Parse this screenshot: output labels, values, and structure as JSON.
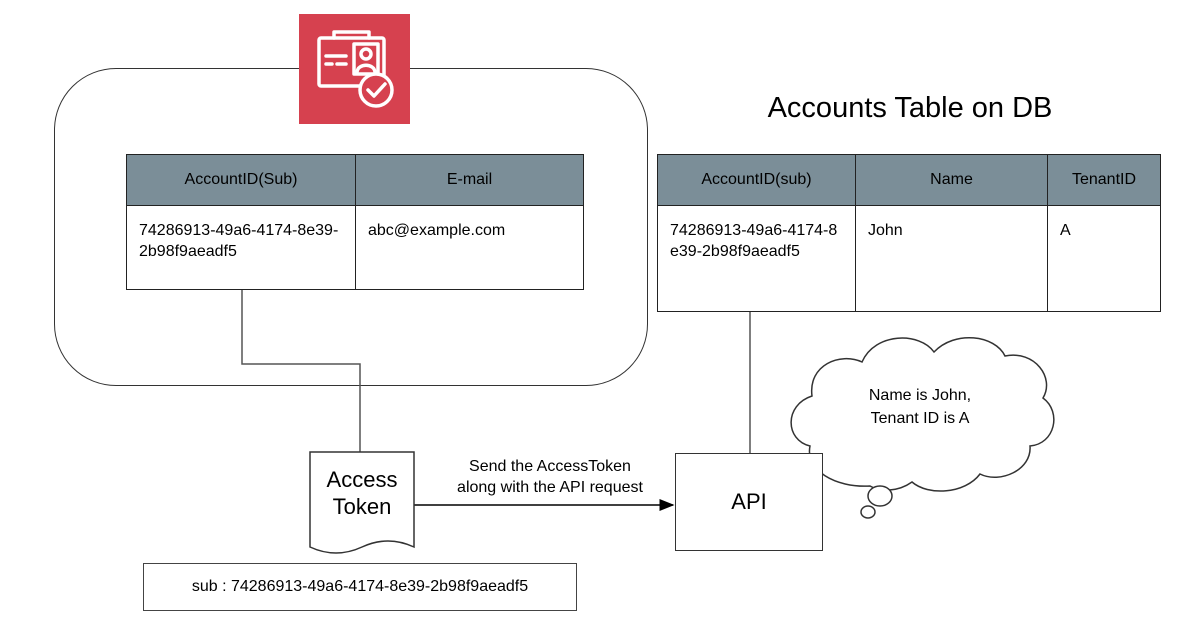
{
  "user_pool_table": {
    "headers": [
      "AccountID(Sub)",
      "E-mail"
    ],
    "row": [
      "74286913-49a6-4174-8e39-2b98f9aeadf5",
      "abc@example.com"
    ]
  },
  "db_table": {
    "title": "Accounts Table on DB",
    "headers": [
      "AccountID(sub)",
      "Name",
      "TenantID"
    ],
    "row": [
      "74286913-49a6-4174-8e39-2b98f9aeadf5",
      "John",
      "A"
    ]
  },
  "access_token": {
    "label_line1": "Access",
    "label_line2": "Token",
    "claim": "sub : 74286913-49a6-4174-8e39-2b98f9aeadf5"
  },
  "request_message": {
    "line1": "Send the AccessToken",
    "line2": "along with the API request"
  },
  "api_label": "API",
  "thought_cloud": {
    "line1": "Name is John,",
    "line2": "Tenant ID is A"
  },
  "colors": {
    "cognito_icon_bg": "#d6414f",
    "table_header_bg": "#7b8e98",
    "outline": "#333333"
  }
}
